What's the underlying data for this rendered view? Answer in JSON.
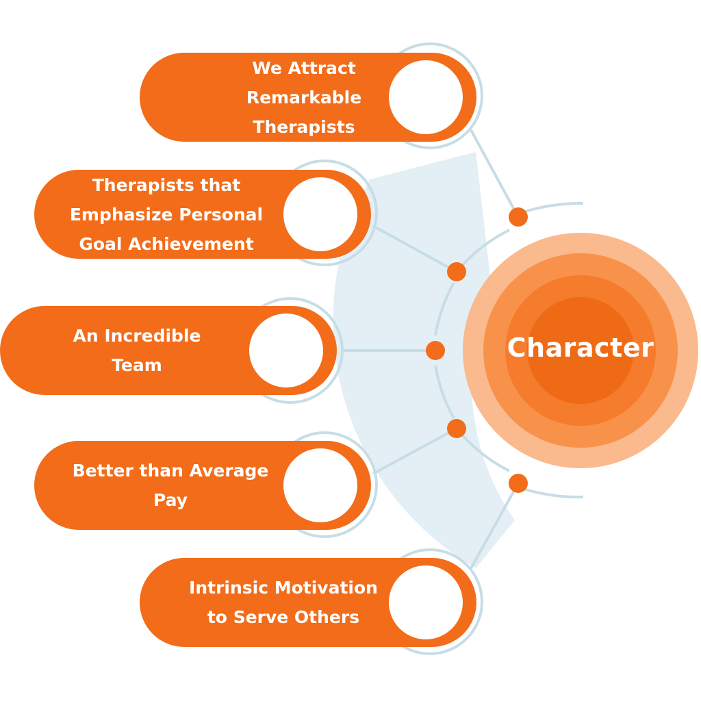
{
  "center": {
    "label": "Character"
  },
  "items": [
    {
      "label": "We Attract\nRemarkable\nTherapists"
    },
    {
      "label": "Therapists that\nEmphasize Personal\nGoal Achievement"
    },
    {
      "label": "An Incredible\nTeam"
    },
    {
      "label": "Better than Average\nPay"
    },
    {
      "label": "Intrinsic Motivation\nto Serve Others"
    }
  ],
  "colors": {
    "orange": "#f26c1a",
    "ring_outer": "#fbb98e",
    "ring_mid": "#f8924b",
    "ring_inner": "#f47c2c",
    "core": "#ef6a14",
    "connector": "#c7dde6",
    "band": "#e3eff4"
  }
}
